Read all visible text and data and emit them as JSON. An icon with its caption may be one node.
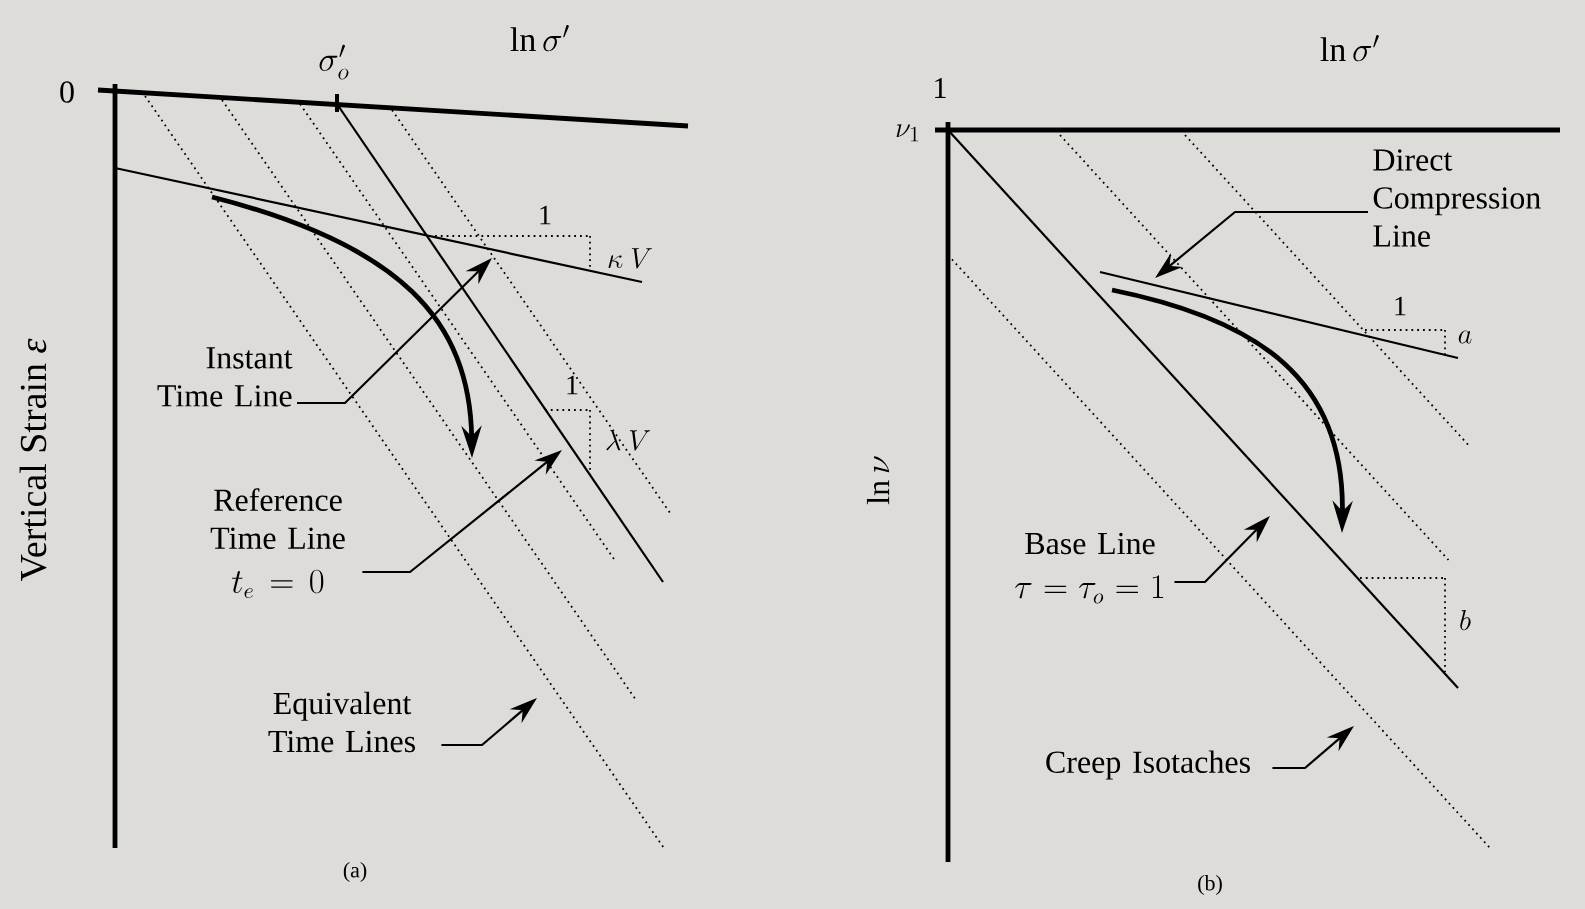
{
  "diagram": {
    "nodes": [
      {
        "text": [
          "Instant Time Line"
        ]
      },
      {
        "text": [
          "Reference Time Line",
          "t_e = 0"
        ]
      },
      {
        "text": [
          "Equivalent Time Lines"
        ]
      },
      {
        "text": [
          "Direct Compression Line"
        ]
      },
      {
        "text": [
          "Base Line",
          "\\tau = \\tau_o = 1"
        ]
      },
      {
        "text": [
          "Creep Isotaches"
        ]
      }
    ],
    "edges": [
      {
        "from": 0,
        "to": null,
        "arrow": "to"
      },
      {
        "from": 1,
        "to": null,
        "arrow": "to"
      },
      {
        "from": 2,
        "to": null,
        "arrow": "to"
      },
      {
        "from": 3,
        "to": null,
        "arrow": "to"
      },
      {
        "from": 4,
        "to": null,
        "arrow": "to"
      },
      {
        "from": 5,
        "to": null,
        "arrow": "to"
      }
    ],
    "labels": [
      "\\ln \\sigma'",
      "\\ln \\sigma'",
      "\\sigma'_o",
      "1",
      "0",
      "\\nu_1",
      "1",
      "\\kappa\\ V",
      "1",
      "a",
      "Vertical Strain *ε*",
      "1",
      "\\lambda\\ V",
      "\\ln \\nu",
      "b",
      "(a)",
      "(b)"
    ]
  }
}
